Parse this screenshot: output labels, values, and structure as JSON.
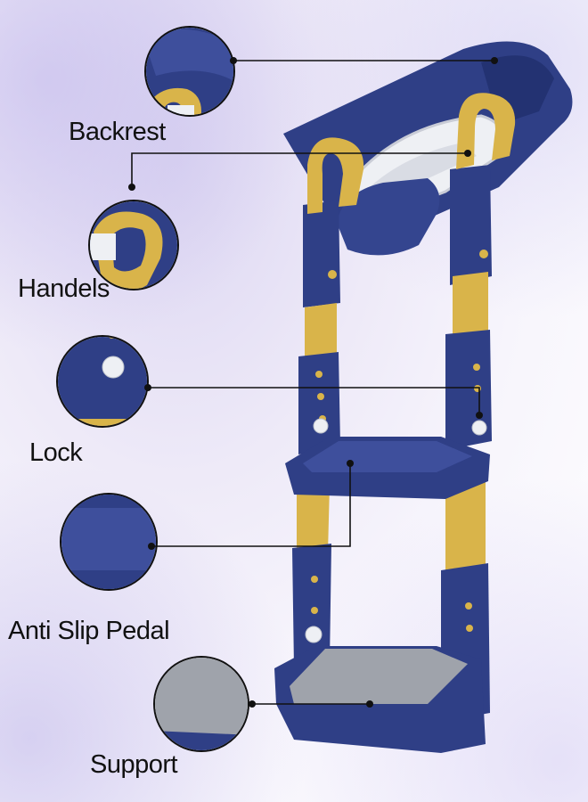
{
  "callouts": [
    {
      "id": "backrest",
      "label": "Backrest"
    },
    {
      "id": "handles",
      "label": "Handels"
    },
    {
      "id": "lock",
      "label": "Lock"
    },
    {
      "id": "pedal",
      "label": "Anti Slip Pedal"
    },
    {
      "id": "support",
      "label": "Support"
    }
  ],
  "colors": {
    "navy": "#2f3f86",
    "navy_dark": "#233272",
    "navy_light": "#3e4f9c",
    "mustard": "#d9b44a",
    "mustard_dark": "#c19a30",
    "gray_pad": "#9fa3ab",
    "white_seat": "#eef0f4",
    "line": "#111111"
  }
}
